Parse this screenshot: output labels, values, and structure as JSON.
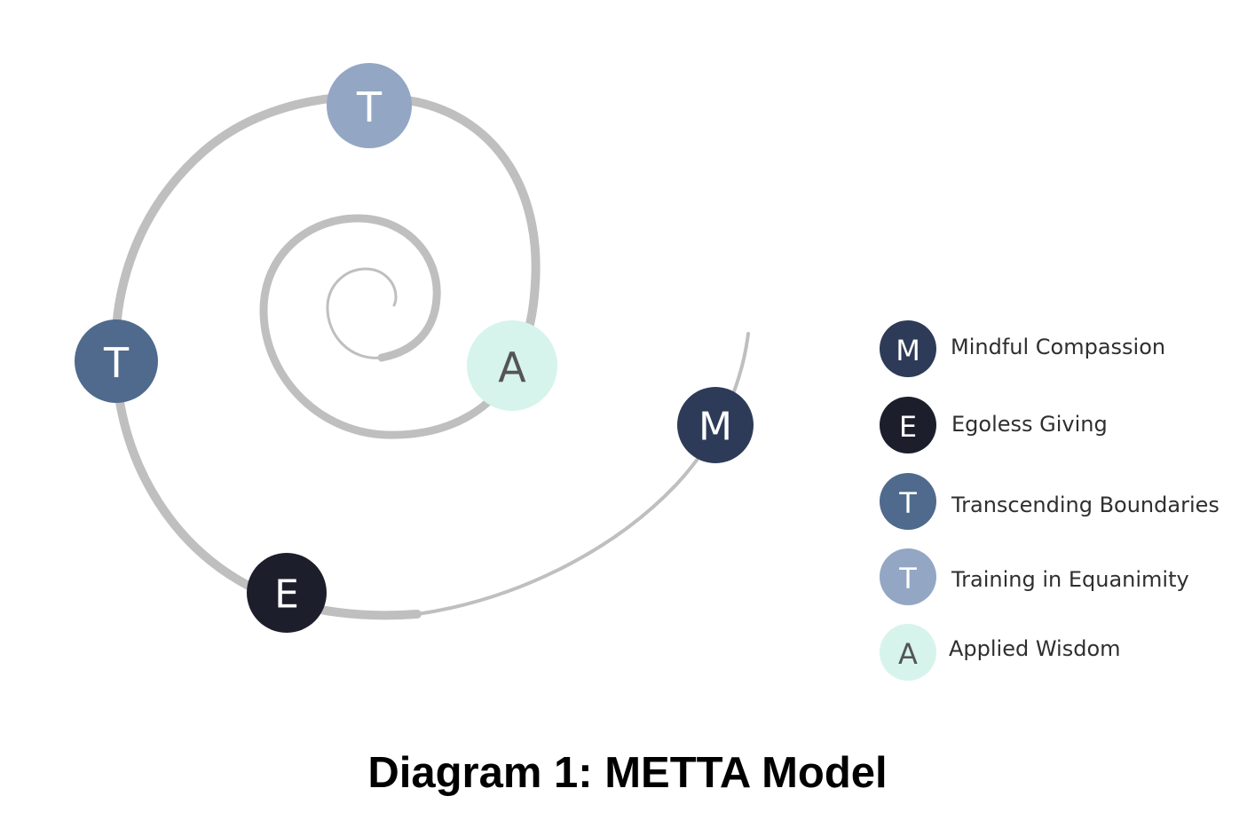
{
  "caption": "Diagram 1: METTA Model",
  "colors": {
    "spiral": "#bfbfbf",
    "mindful": "#2d3b58",
    "egoless": "#1c1f2b",
    "transcending": "#4f6a8c",
    "training": "#93a6c4",
    "applied": "#d6f4eb",
    "light_text": "#ffffff",
    "dark_text": "#555555"
  },
  "nodes": [
    {
      "id": "training",
      "letter": "T",
      "color": "#93a6c4",
      "text_color": "#ffffff"
    },
    {
      "id": "transcending",
      "letter": "T",
      "color": "#4f6a8c",
      "text_color": "#ffffff"
    },
    {
      "id": "applied",
      "letter": "A",
      "color": "#d6f4eb",
      "text_color": "#555555"
    },
    {
      "id": "mindful",
      "letter": "M",
      "color": "#2d3b58",
      "text_color": "#ffffff"
    },
    {
      "id": "egoless",
      "letter": "E",
      "color": "#1c1f2b",
      "text_color": "#ffffff"
    }
  ],
  "legend": [
    {
      "letter": "M",
      "label": "Mindful Compassion",
      "color": "#2d3b58",
      "text_color": "#ffffff"
    },
    {
      "letter": "E",
      "label": "Egoless Giving",
      "color": "#1c1f2b",
      "text_color": "#ffffff"
    },
    {
      "letter": "T",
      "label": "Transcending Boundaries",
      "color": "#4f6a8c",
      "text_color": "#ffffff"
    },
    {
      "letter": "T",
      "label": "Training in Equanimity",
      "color": "#93a6c4",
      "text_color": "#ffffff"
    },
    {
      "letter": "A",
      "label": "Applied Wisdom",
      "color": "#d6f4eb",
      "text_color": "#555555"
    }
  ]
}
